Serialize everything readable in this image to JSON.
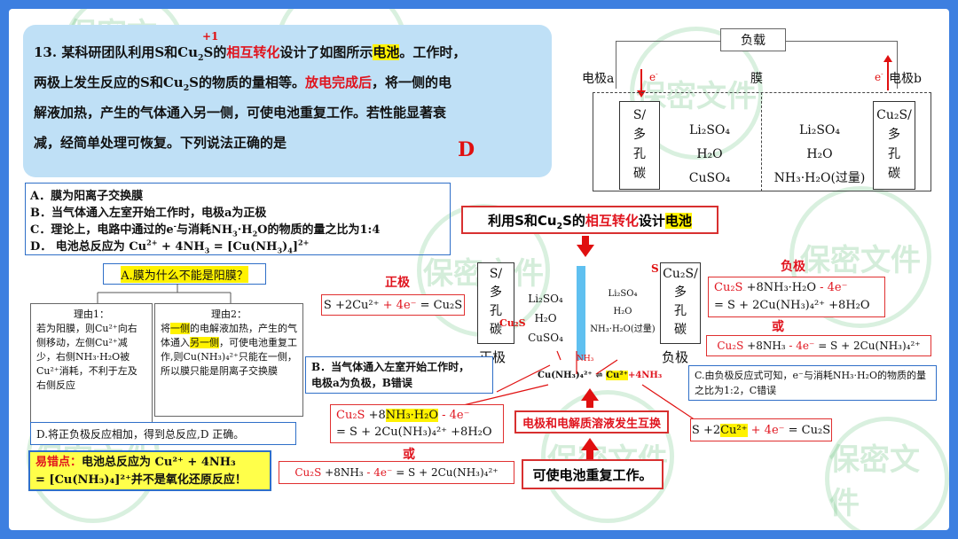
{
  "watermark": {
    "text": "保密文件"
  },
  "question": {
    "number": "13.",
    "ox_mark": "+1",
    "p1": "某科研团队利用S和Cu",
    "p1_sub": "2",
    "p1b": "S的",
    "p1_red": "相互转化",
    "p1c": "设计了如图所示",
    "p1_hl": "电池",
    "p1d": "。工作时，",
    "p2": "两极上发生反应的S和Cu",
    "p2_sub": "2",
    "p2b": "S的物质的量相等。",
    "p2_red": "放电完成后",
    "p2c": "，将一侧的电",
    "p3": "解液加热，产生的气体通入另一侧，可使电池重复工作。若性能显著衰",
    "p4": "减，经简单处理可恢复。下列说法正确的是",
    "answer": "D"
  },
  "options": {
    "a": "A．膜为阳离子交换膜",
    "b": "B．当气体通入左室开始工作时，电极a为正极",
    "c1": "C．理论上，电路中通过的e",
    "c_sup": "-",
    "c2": "与消耗NH",
    "c_sub1": "3",
    "c3": "·H",
    "c_sub2": "2",
    "c4": "O的物质的量之比为1:4",
    "d1": "D． 电池总反应为 Cu",
    "d_sup1": "2+",
    "d2": " + 4NH",
    "d_sub1": "3",
    "d3": " = [Cu(NH",
    "d_sub2": "3",
    "d4": ")",
    "d_sub3": "4",
    "d5": "]",
    "d_sup2": "2+"
  },
  "top_diagram": {
    "load": "负载",
    "electrode_a": "电极a",
    "electrode_b": "电极b",
    "membrane": "膜",
    "e_left": "e",
    "e_right": "e",
    "left_electrode": [
      "S/",
      "多",
      "孔",
      "碳"
    ],
    "right_electrode": [
      "Cu₂S/",
      "多",
      "孔",
      "碳"
    ],
    "left_solution": [
      "Li₂SO₄",
      "H₂O",
      "CuSO₄"
    ],
    "right_solution": [
      "Li₂SO₄",
      "H₂O",
      "NH₃·H₂O(过量)"
    ]
  },
  "center_title": {
    "pre": "利用S和Cu",
    "sub": "2",
    "mid": "S的",
    "red": "相互转化",
    "post": "设计",
    "hl": "电池"
  },
  "mid_diagram": {
    "left_electrode": [
      "S/",
      "多",
      "孔",
      "碳"
    ],
    "right_electrode": [
      "Cu₂S/",
      "多",
      "孔",
      "碳"
    ],
    "cu2s_mark": "Cu₂S",
    "s_mark": "S",
    "left_solution": [
      "Li₂SO₄",
      "H₂O",
      "CuSO₄"
    ],
    "right_solution": [
      "Li₂SO₄",
      "H₂O",
      "NH₃·H₂O(过量)"
    ],
    "pos_label": "正极",
    "neg_label": "负极",
    "nh3": "NH₃",
    "equil_left": "Cu(NH₃)₄²⁺",
    "equil_sym": "⇌",
    "equil_right_hl": "Cu²⁺",
    "equil_right": "+4NH₃"
  },
  "question_membrane": "A.膜为什么不能是阳膜？",
  "reason1": {
    "title": "理由1：",
    "body": "若为阳膜，则Cu²⁺向右侧移动，左侧Cu²⁺减少，右侧NH₃·H₂O被Cu²⁺消耗，不利于左及右侧反应"
  },
  "reason2": {
    "title": "理由2：",
    "pre": "将",
    "hl1": "一侧",
    "mid": "的电解液加热，产生的气体通入",
    "hl2": "另一侧",
    "post": "，可使电池重复工作,则Cu(NH₃)₄²⁺只能在一侧，所以膜只能是阴离子交换膜"
  },
  "pos_title": "正极",
  "pos_eq": {
    "black1": "S +2Cu²⁺",
    "red": " + 4e⁻",
    "black2": " = Cu₂S"
  },
  "neg_title": "负极",
  "neg_eq1": {
    "red1": "Cu₂S",
    "black1": " +8NH₃·H₂O",
    "red2": " - 4e⁻",
    "line2": "= S + 2Cu(NH₃)₄²⁺ +8H₂O"
  },
  "or1": "或",
  "neg_eq2": {
    "red1": "Cu₂S",
    "black1": " +8NH₃",
    "red2": " - 4e⁻",
    "black2": " = S + 2Cu(NH₃)₄²⁺"
  },
  "b_note": {
    "line1": "B．当气体通入左室开始工作时，",
    "line2": "电极a为负极，B错误"
  },
  "c_note": "C.由负极反应式可知，e⁻与消耗NH₃·H₂O的物质的量之比为1:2，C错误",
  "mid_eq1": {
    "red1": "Cu₂S",
    "black1": " +8",
    "hl": "NH₃·H₂O",
    "red2": " - 4e⁻",
    "line2": "= S + 2Cu(NH₃)₄²⁺ +8H₂O"
  },
  "or2": "或",
  "mid_eq2": {
    "red1": "Cu₂S",
    "black1": " +8NH₃",
    "red2": " - 4e⁻",
    "black2": " = S + 2Cu(NH₃)₄²⁺"
  },
  "exchange": "电极和电解质溶液发生互换",
  "repeat": "可使电池重复工作。",
  "right_eq": {
    "black1": "S +2",
    "hl": "Cu²⁺",
    "red": " + 4e⁻",
    "black2": " = Cu₂S"
  },
  "d_note": "D.将正负极反应相加，得到总反应,D 正确。",
  "error_note": {
    "label": "易错点：",
    "body1": "电池总反应为 Cu²⁺ + 4NH₃",
    "body2": "= [Cu(NH₃)₄]²⁺并不是氧化还原反应！"
  }
}
